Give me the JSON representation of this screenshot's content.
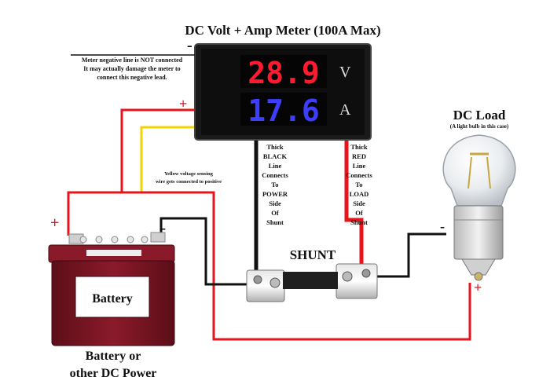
{
  "title": "DC Volt + Amp Meter (100A Max)",
  "meter": {
    "voltage_reading": "28.9",
    "current_reading": "17.6",
    "volt_unit": "V",
    "amp_unit": "A",
    "volt_color": "#ff1a2e",
    "amp_color": "#3d3dff"
  },
  "labels": {
    "meter_minus": "-",
    "meter_plus": "+",
    "negative_note": [
      "Meter negative line is NOT connected",
      "It may actually damage the meter to",
      "connect this negative lead."
    ],
    "yellow_note": [
      "Yellow voltage sensing",
      "wire gets connected to positive"
    ],
    "black_line_note": [
      "Thick",
      "BLACK",
      "Line",
      "Connects",
      "To",
      "POWER",
      "Side",
      "Of",
      "Shunt"
    ],
    "red_line_note": [
      "Thick",
      "RED",
      "Line",
      "Connects",
      "To",
      "LOAD",
      "Side",
      "Of",
      "Shunt"
    ],
    "shunt": "SHUNT",
    "dc_load": "DC Load",
    "dc_load_sub": "(A light bulb in this case)",
    "battery_plus": "+",
    "battery_minus": "-",
    "battery_label": "Battery",
    "battery_caption": [
      "Battery or",
      "other DC Power"
    ],
    "load_plus": "+",
    "load_minus": "-"
  },
  "colors": {
    "wire_red": "#e8141c",
    "wire_black": "#111111",
    "wire_yellow": "#f2d400",
    "battery_body": "#7a1422",
    "meter_body": "#1a1a1a"
  }
}
